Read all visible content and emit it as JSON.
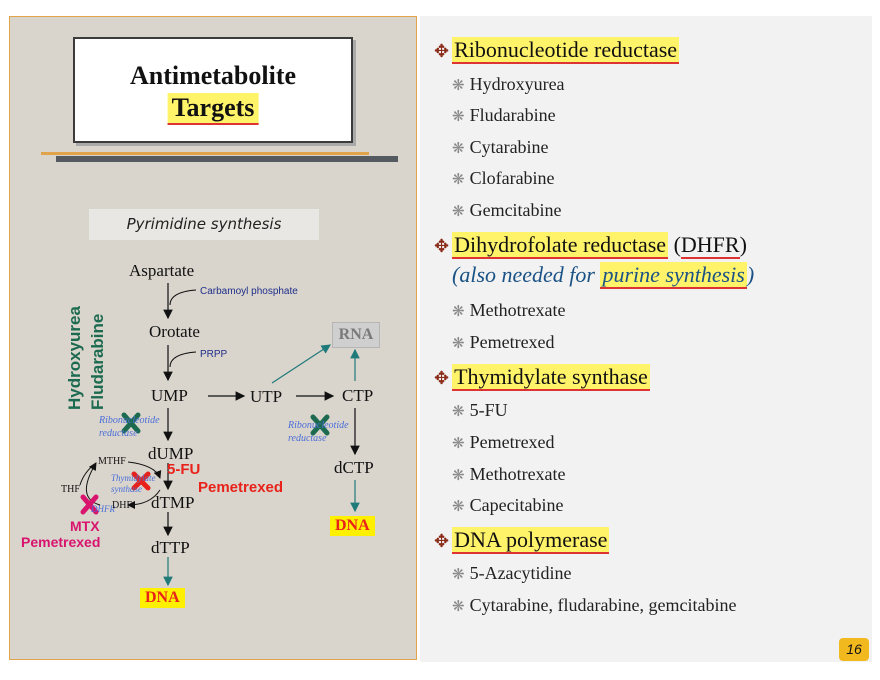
{
  "title": {
    "line1": "Antimetabolite",
    "line2": "Targets"
  },
  "pyrimidine_label": "Pyrimidine synthesis",
  "pathway": {
    "aspartate": "Aspartate",
    "carbamoyl": "Carbamoyl phosphate",
    "orotate": "Orotate",
    "prpp": "PRPP",
    "ump": "UMP",
    "utp": "UTP",
    "ctp": "CTP",
    "rna": "RNA",
    "dump": "dUMP",
    "dtmp": "dTMP",
    "dttp": "dTTP",
    "dctp": "dCTP",
    "dna_left": "DNA",
    "dna_right": "DNA",
    "mthf": "MTHF",
    "thf": "THF",
    "dhf": "DHF",
    "rr_left_1": "Ribonucleotide",
    "rr_left_2": "reductase",
    "rr_right_1": "Ribonucleotide",
    "rr_right_2": "reductase",
    "ts_1": "Thymidylate",
    "ts_2": "synthase",
    "dhfr": "DHFR"
  },
  "drugs_on_diagram": {
    "hydroxyurea": "Hydroxyurea",
    "fludarabine": "Fludarabine",
    "fu": "5-FU",
    "pemetrexed_red": "Pemetrexed",
    "mtx": "MTX",
    "pemetrexed_pink": "Pemetrexed"
  },
  "targets": [
    {
      "heading": "Ribonucleotide reductase",
      "drugs": [
        "Hydroxyurea",
        "Fludarabine",
        "Cytarabine",
        "Clofarabine",
        "Gemcitabine"
      ]
    },
    {
      "heading": "Dihydrofolate reductase",
      "heading_paren": "DHFR",
      "note_prefix": "(also needed for ",
      "note_hl": "purine synthesis",
      "note_suffix": ")",
      "drugs": [
        "Methotrexate",
        "Pemetrexed"
      ]
    },
    {
      "heading": "Thymidylate synthase",
      "drugs": [
        "5-FU",
        "Pemetrexed",
        "Methotrexate",
        "Capecitabine"
      ]
    },
    {
      "heading": "DNA polymerase",
      "drugs": [
        "5-Azacytidine",
        "Cytarabine, fludarabine, gemcitabine"
      ]
    }
  ],
  "heading_symbol": "✥",
  "bullet_symbol": "❋",
  "page_number": "16",
  "colors": {
    "highlight": "#fff36a",
    "underline": "#dd3333",
    "green_x": "#1c6b50",
    "red_x": "#e8221b",
    "pink_x": "#d8146e",
    "teal_arrow": "#1f7a7a"
  }
}
